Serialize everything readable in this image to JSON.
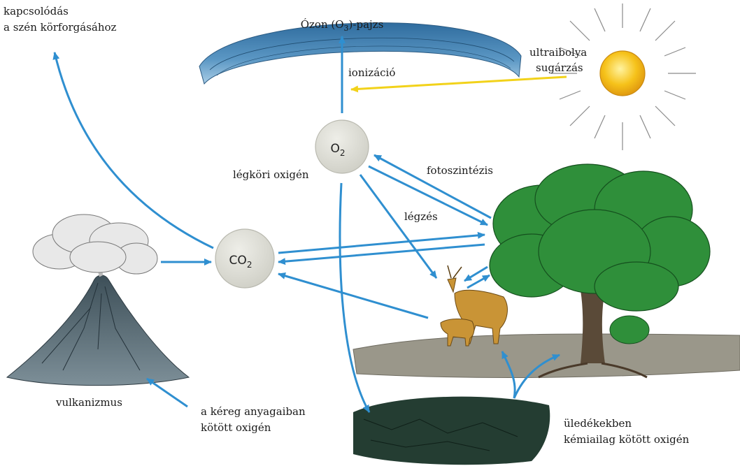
{
  "labels": {
    "carbon_link_line1": "kapcsolódás",
    "carbon_link_line2": "a szén körforgásához",
    "ozone_pre": "Ózon (O",
    "ozone_sub": "3",
    "ozone_post": ")-pajzs",
    "uv_line1": "ultraibolya",
    "uv_line2": "sugárzás",
    "ionization": "ionizáció",
    "atmospheric_oxygen": "légköri oxigén",
    "photosynthesis": "fotoszintézis",
    "respiration": "légzés",
    "volcanism": "vulkanizmus",
    "crust_line1": "a kéreg anyagaiban",
    "crust_line2": "kötött oxigén",
    "sediment_line1": "üledékekben",
    "sediment_line2": "kémiailag kötött oxigén"
  },
  "nodes": {
    "o2_main": "O",
    "o2_sub": "2",
    "co2_main": "CO",
    "co2_sub": "2"
  },
  "colors": {
    "arrow_blue": "#2f8fd0",
    "uv_yellow": "#f2d21a",
    "node_fill": "#dcdcd4",
    "ozone_blue": "#4b87b8",
    "sun_yellow": "#f6c21a",
    "tree_green": "#2f8f3a",
    "soil": "#8f8c7d",
    "sediment": "#253e33",
    "volcano": "#566b75",
    "deer": "#c99436"
  }
}
